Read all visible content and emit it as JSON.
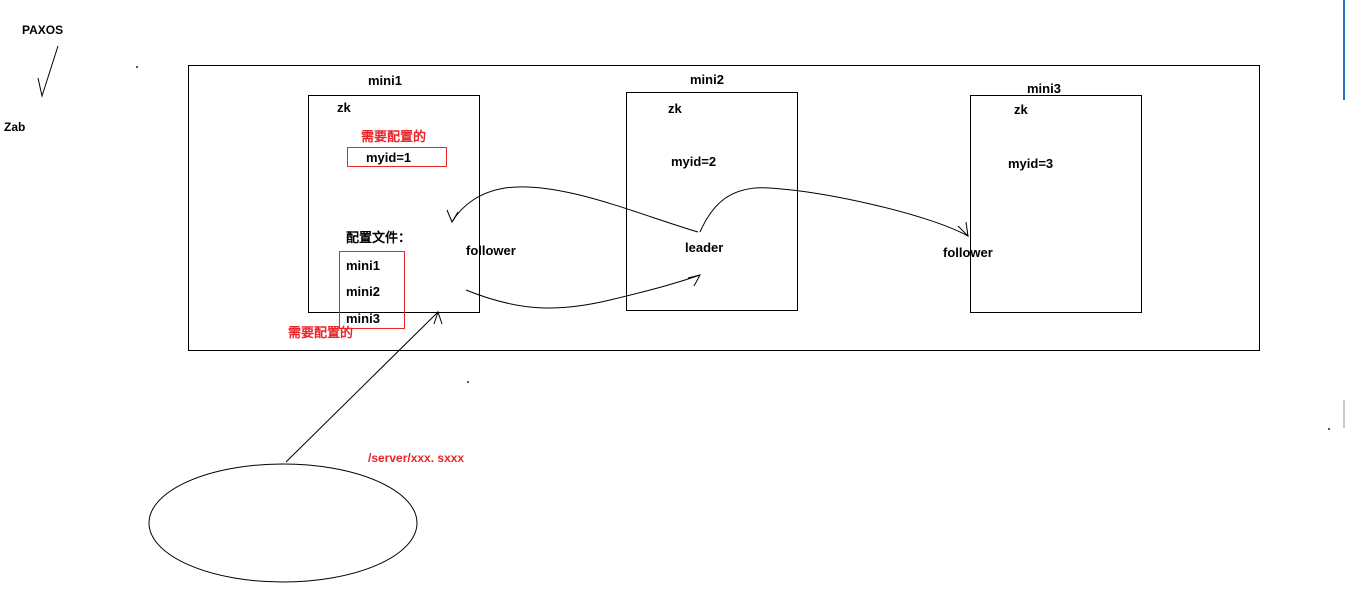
{
  "top_left": {
    "title": "PAXOS",
    "subtitle": "Zab"
  },
  "nodes": [
    {
      "name": "mini1",
      "zk": "zk",
      "myid": "myid=1",
      "role": "follower"
    },
    {
      "name": "mini2",
      "zk": "zk",
      "myid": "myid=2",
      "role": "leader"
    },
    {
      "name": "mini3",
      "zk": "zk",
      "myid": "myid=3",
      "role": "follower"
    }
  ],
  "mini1_details": {
    "note_top": "需要配置的",
    "config_label": "配置文件：",
    "config_list": [
      "mini1",
      "mini2",
      "mini3"
    ],
    "note_bottom": "需要配置的"
  },
  "path_note": "/server/xxx.   sxxx",
  "colors": {
    "annotation": "#e8262a",
    "stroke": "#000000",
    "edge_accent": "#2a72c8"
  }
}
